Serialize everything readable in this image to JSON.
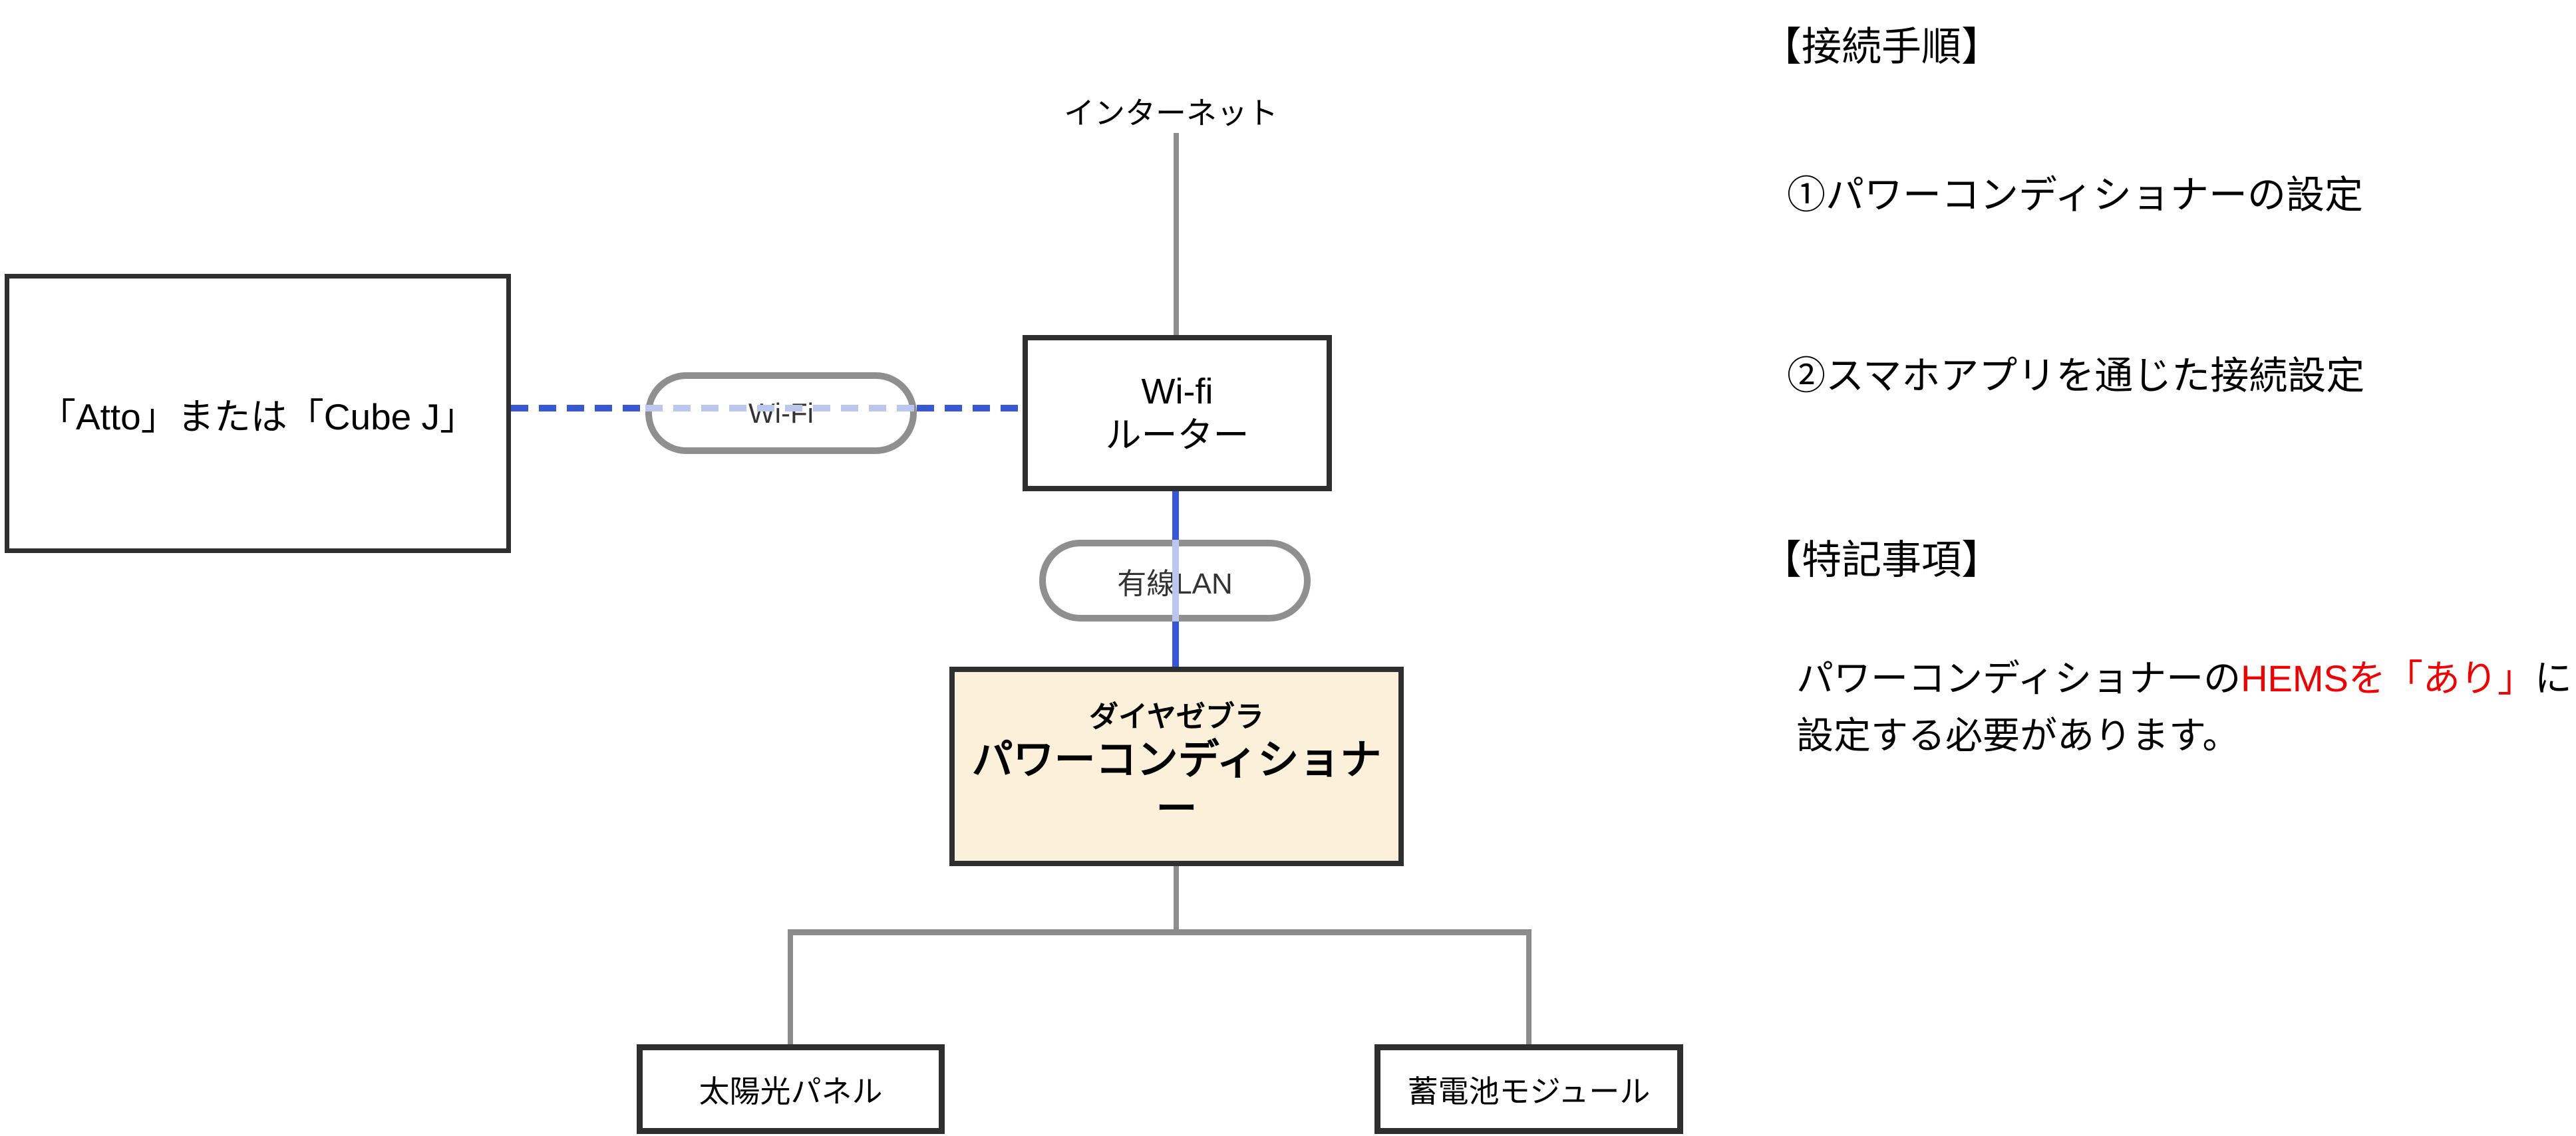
{
  "diagram": {
    "internet_label": "インターネット",
    "router": {
      "line1": "Wi-fi",
      "line2": "ルーター"
    },
    "wifi_pill_label": "Wi-Fi",
    "lan_pill_label": "有線LAN",
    "power_conditioner": {
      "subtitle": "ダイヤゼブラ",
      "title": "パワーコンディショナー"
    },
    "device_box_label": "「Atto」または「Cube J」",
    "solar_box_label": "太陽光パネル",
    "battery_box_label": "蓄電池モジュール"
  },
  "sidebar": {
    "procedure_heading": "【接続手順】",
    "steps": [
      "①パワーコンディショナーの設定",
      "②スマホアプリを通じた接続設定"
    ],
    "notes_heading": "【特記事項】",
    "note": {
      "line1_pre": "パワーコンディショナーの",
      "line1_highlight": "HEMSを「あり」",
      "line1_post": "に",
      "line2": "設定する必要があります。"
    }
  },
  "colors": {
    "connection_blue": "#3757d5",
    "connection_blue_faded": "#bcc7f0",
    "connector_gray": "#8c8c8c",
    "power_box_fill": "#fbf0da",
    "highlight_red": "#f20000"
  }
}
